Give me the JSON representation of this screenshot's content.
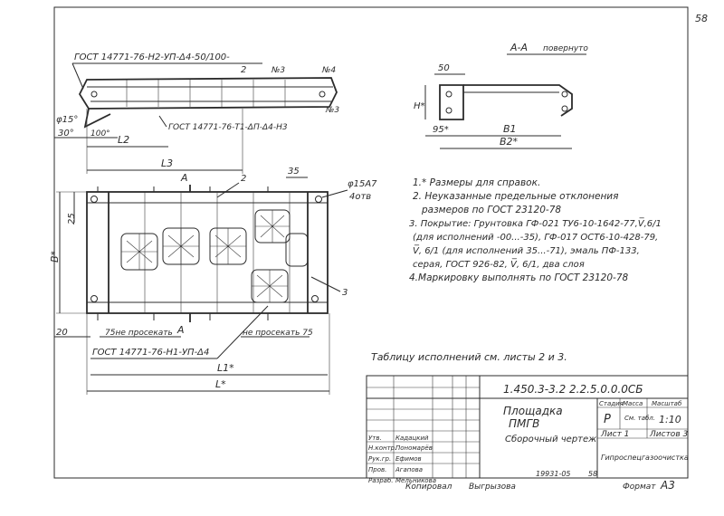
{
  "sheet_number": "58",
  "section": {
    "title": "А-А",
    "note": "повернуто"
  },
  "top_view": {
    "gost_callout": "ГОСТ 14771-76-Н2-УП-Δ4-50/100-",
    "gost_callout_2": "ГОСТ 14771-76-Т1-ΔП-Δ4-Н3",
    "angle": "φ15°",
    "angle_30": "30°",
    "dim_100": "100°",
    "dim_L2": "L2",
    "dim_L3": "L3",
    "n3": "№3",
    "n4": "№4",
    "marker_2": "2",
    "marker_3": "3"
  },
  "section_view": {
    "dim_50": "50",
    "dim_H": "Н*",
    "dim_95": "95*",
    "dim_B1": "В1",
    "dim_B2": "В2*"
  },
  "plan_view": {
    "label_A": "А",
    "label_2": "2",
    "label_3": "3",
    "dim_35": "35",
    "hole": "φ15А7",
    "holes_count": "4отв",
    "dim_25": "25",
    "dim_B": "В*",
    "dim_20": "20",
    "note_left": "75не просекать",
    "note_right": "не просекать 75",
    "gost_bottom": "ГОСТ 14771-76-Н1-УП-Δ4",
    "dim_L1": "L1*",
    "dim_L": "L*"
  },
  "notes": [
    "1.* Размеры для справок.",
    "2. Неуказанные предельные отклонения",
    "размеров по ГОСТ 23120-78",
    "3. Покрытие: Грунтовка ГФ-021 ТУ6-10-1642-77,V̅,6/1",
    "(для исполнений -00...-35), ГФ-017 ОСТ6-10-428-79,",
    "V̅, 6/1 (для исполнений 35...-71), эмаль ПФ-133,",
    "серая, ГОСТ 926-82, V̅, 6/1, два слоя",
    "4.Маркировку выполнять по ГОСТ 23120-78"
  ],
  "table_note": "Таблицу исполнений см. листы 2 и 3.",
  "title_block": {
    "doc_code": "1.450.3-3.2  2.2.5.0.0.0СБ",
    "name_1": "Площадка",
    "name_2": "ПМГВ",
    "doc_type": "Сборочный чертеж",
    "col_stage": "Стадия",
    "col_mass": "Масса",
    "col_scale": "Масштаб",
    "stage": "Р",
    "mass": "См. табл.",
    "scale": "1:10",
    "sheet": "Лист 1",
    "sheets": "Листов 3",
    "org": "Гипроспецгазоочистка",
    "roles": [
      "Утв.",
      "Н.контр.",
      "Рук.гр.",
      "Пров.",
      "Разраб."
    ],
    "names": [
      "Кадацкий",
      "Пономарёв",
      "Ефимов",
      "Агапова",
      "Мельникова"
    ]
  },
  "footer": {
    "copied": "Копировал",
    "copier": "Выгрызова",
    "inv": "19931-05",
    "page": "58",
    "format_label": "Формат",
    "format": "А3"
  }
}
